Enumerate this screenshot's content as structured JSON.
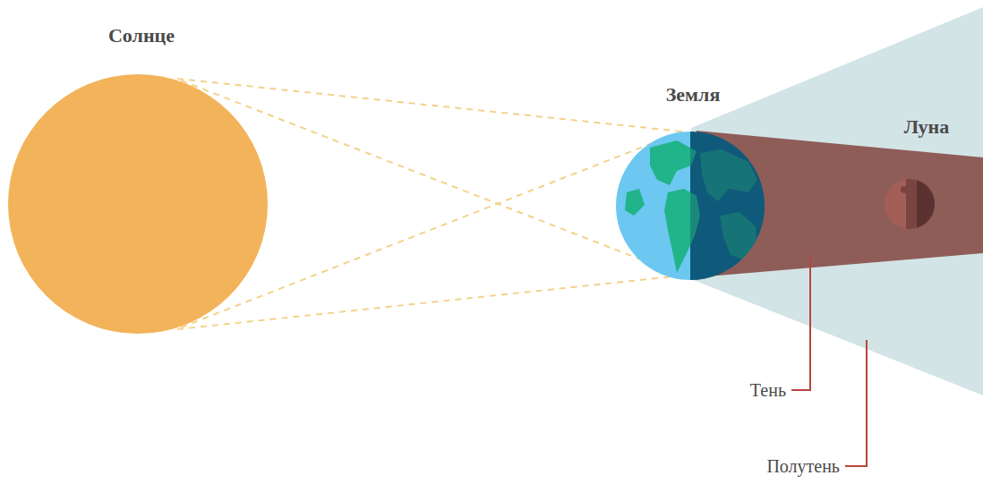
{
  "diagram": {
    "nodes": [
      {
        "text": [
          "Солнце"
        ]
      },
      {
        "text": [
          "Земля"
        ]
      },
      {
        "text": [
          "Луна"
        ]
      }
    ],
    "labels": [
      "Тень",
      "Полутень"
    ]
  }
}
